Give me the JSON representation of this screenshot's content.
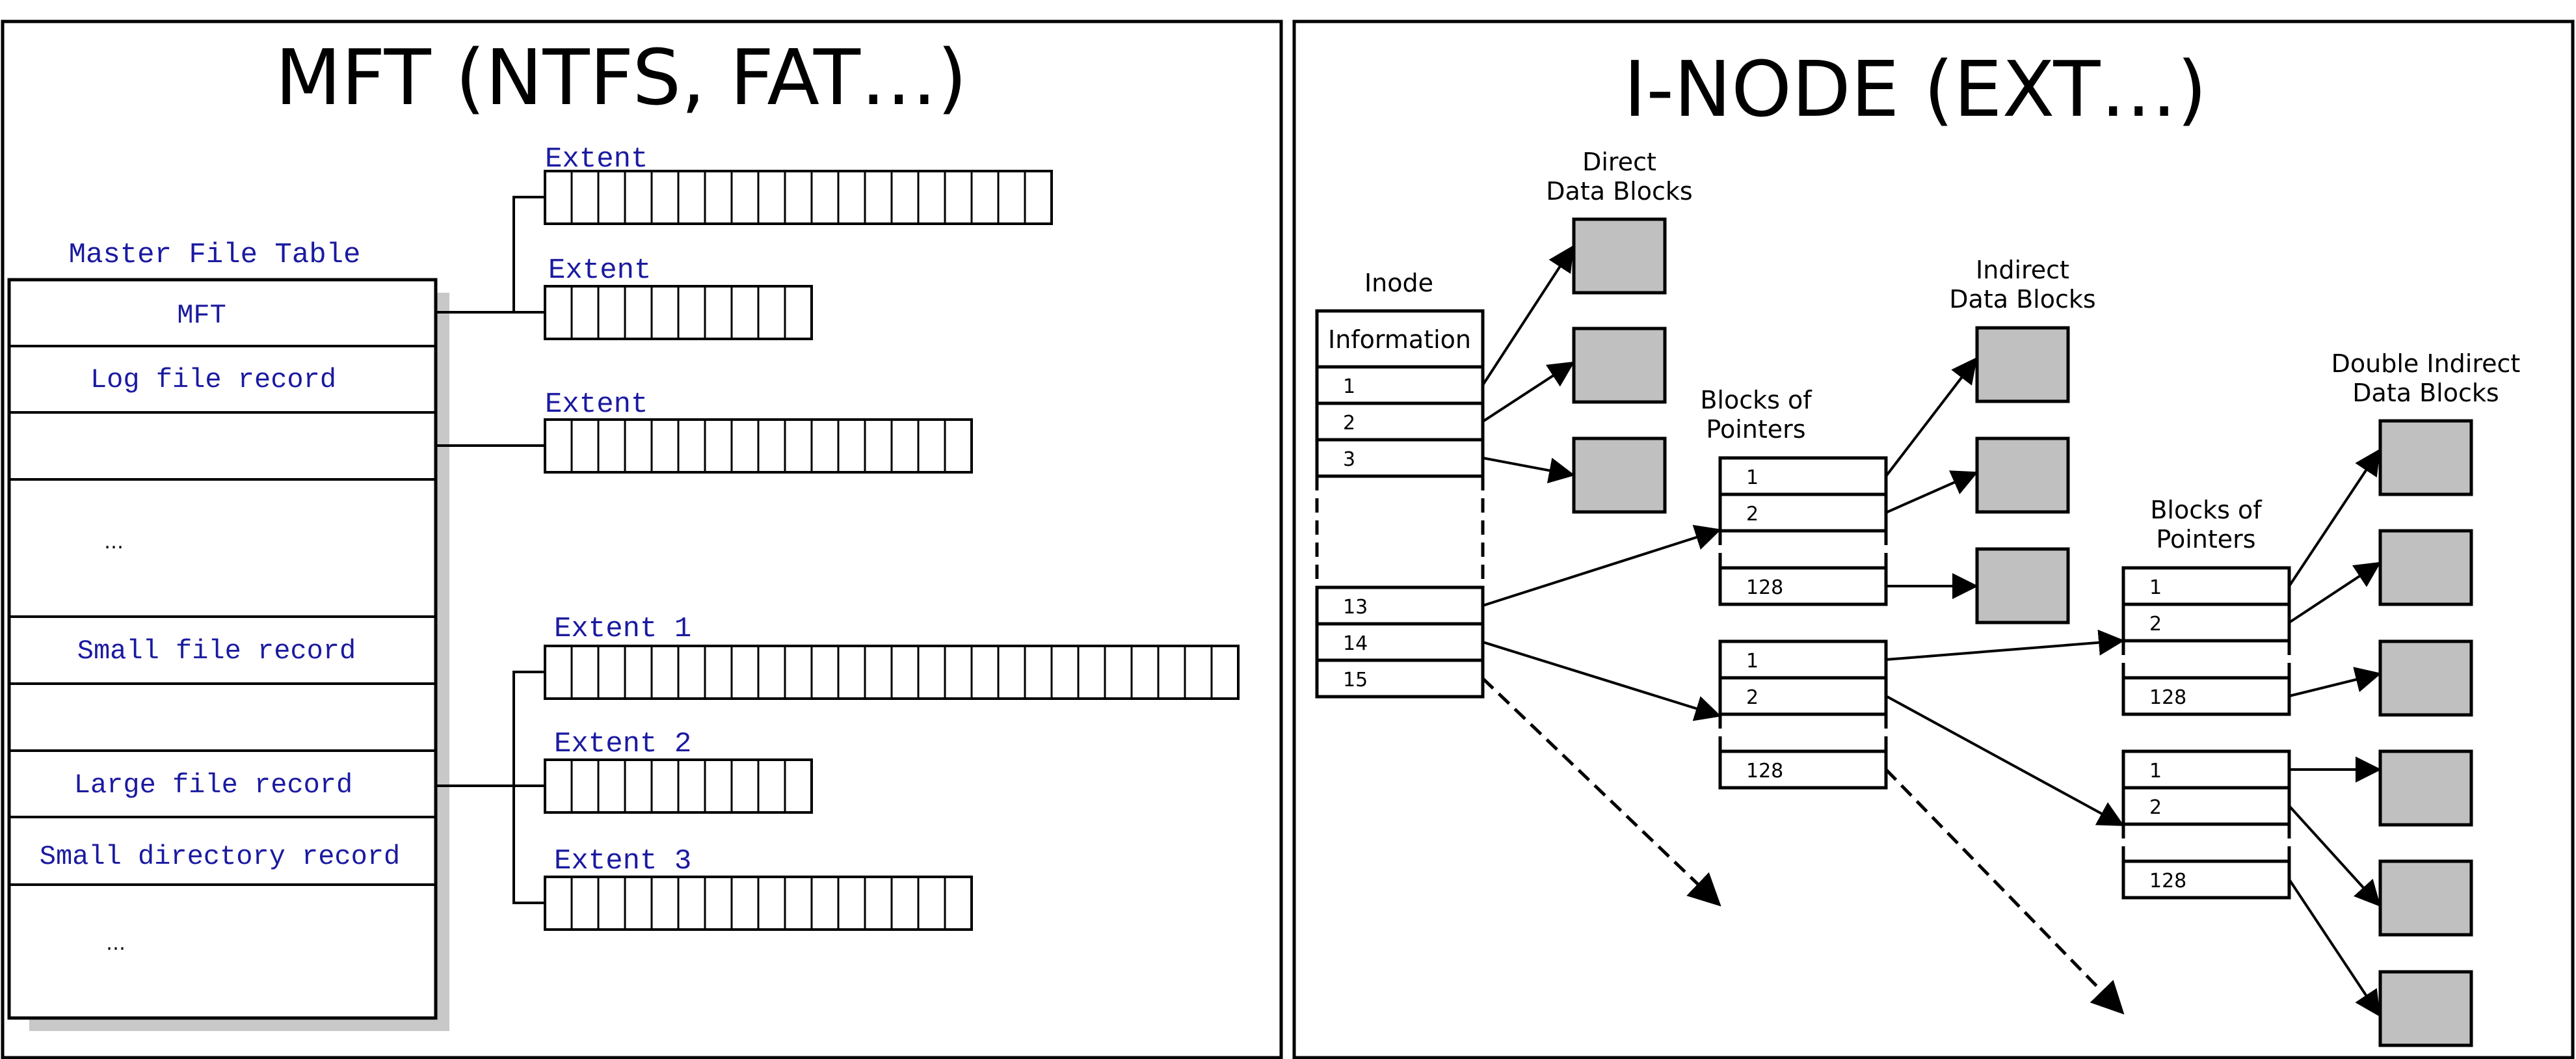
{
  "panels": {
    "mft_title": "MFT (NTFS, FAT…)",
    "inode_title": "I-NODE (EXT…)"
  },
  "mft": {
    "table_title": "Master File Table",
    "records": [
      "MFT",
      "Log file record",
      "",
      "…",
      "Small file record",
      "",
      "Large file record",
      "Small directory record",
      "…"
    ],
    "extents": [
      {
        "label": "Extent",
        "cells": 19
      },
      {
        "label": "Extent",
        "cells": 10
      },
      {
        "label": "Extent",
        "cells": 16
      },
      {
        "label": "Extent 1",
        "cells": 26
      },
      {
        "label": "Extent 2",
        "cells": 10
      },
      {
        "label": "Extent 3",
        "cells": 16
      }
    ]
  },
  "inode": {
    "inode_label": "Inode",
    "information": "Information",
    "inode_slots": [
      "1",
      "2",
      "3",
      "13",
      "14",
      "15"
    ],
    "direct_label_1": "Direct",
    "direct_label_2": "Data Blocks",
    "indirect_label_1": "Indirect",
    "indirect_label_2": "Data Blocks",
    "double_label_1": "Double Indirect",
    "double_label_2": "Data Blocks",
    "bop_label_1": "Blocks of",
    "bop_label_2": "Pointers",
    "bop2_label_1": "Blocks of",
    "bop2_label_2": "Pointers",
    "ptr_a": [
      "1",
      "2",
      "128"
    ],
    "ptr_b": [
      "1",
      "2",
      "128"
    ],
    "ptr_c": [
      "1",
      "2",
      "128"
    ],
    "ptr_d": [
      "1",
      "2",
      "128"
    ]
  },
  "colors": {
    "text_blue": "#1a1aa0",
    "block_gray": "#c0c0c0",
    "shadow": "#c8c8c8"
  }
}
